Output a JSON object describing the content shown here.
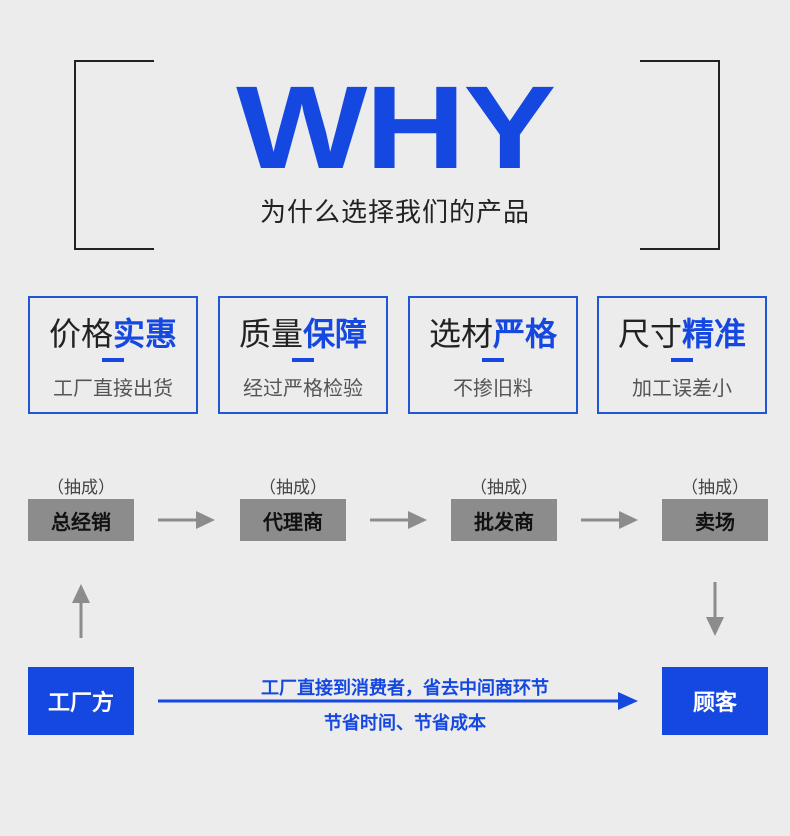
{
  "header": {
    "title": "WHY",
    "subtitle": "为什么选择我们的产品"
  },
  "features": [
    {
      "title_plain": "价格",
      "title_accent": "实惠",
      "desc": "工厂直接出货"
    },
    {
      "title_plain": "质量",
      "title_accent": "保障",
      "desc": "经过严格检验"
    },
    {
      "title_plain": "选材",
      "title_accent": "严格",
      "desc": "不掺旧料"
    },
    {
      "title_plain": "尺寸",
      "title_accent": "精准",
      "desc": "加工误差小"
    }
  ],
  "chain": {
    "cut_label": "（抽成）",
    "nodes": [
      "总经销",
      "代理商",
      "批发商",
      "卖场"
    ]
  },
  "direct": {
    "source": "工厂方",
    "target": "顾客",
    "line1": "工厂直接到消费者，省去中间商环节",
    "line2": "节省时间、节省成本"
  },
  "colors": {
    "accent": "#1548e0",
    "grey_box": "#8c8c8c",
    "background": "#ececec"
  }
}
